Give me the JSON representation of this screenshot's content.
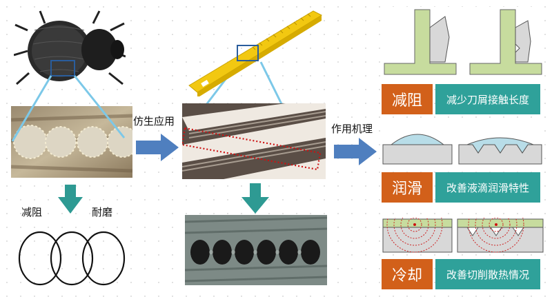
{
  "labels": {
    "biomimetic_application": "仿生应用",
    "mechanism": "作用机理",
    "drag_reduction_left": "减阻",
    "wear_resistance": "耐磨"
  },
  "callouts": [
    {
      "key": "减阻",
      "desc": "减少刀屑接触长度"
    },
    {
      "key": "润滑",
      "desc": "改善液滴润滑特性"
    },
    {
      "key": "冷却",
      "desc": "改善切削散热情况"
    }
  ],
  "colors": {
    "arrow_blue": "#4f7fbf",
    "arrow_teal": "#2e9a93",
    "orange": "#d2601a",
    "teal": "#2fa19a",
    "tool_green": "#c7dc9e",
    "chip_gray": "#d8d8d8",
    "droplet_blue": "#b8dde8",
    "highlight_blue": "#2a5d9c",
    "cyan_line": "#7cc8e8",
    "red_dotted": "#cc1111",
    "yellow_tool": "#f2c811"
  }
}
